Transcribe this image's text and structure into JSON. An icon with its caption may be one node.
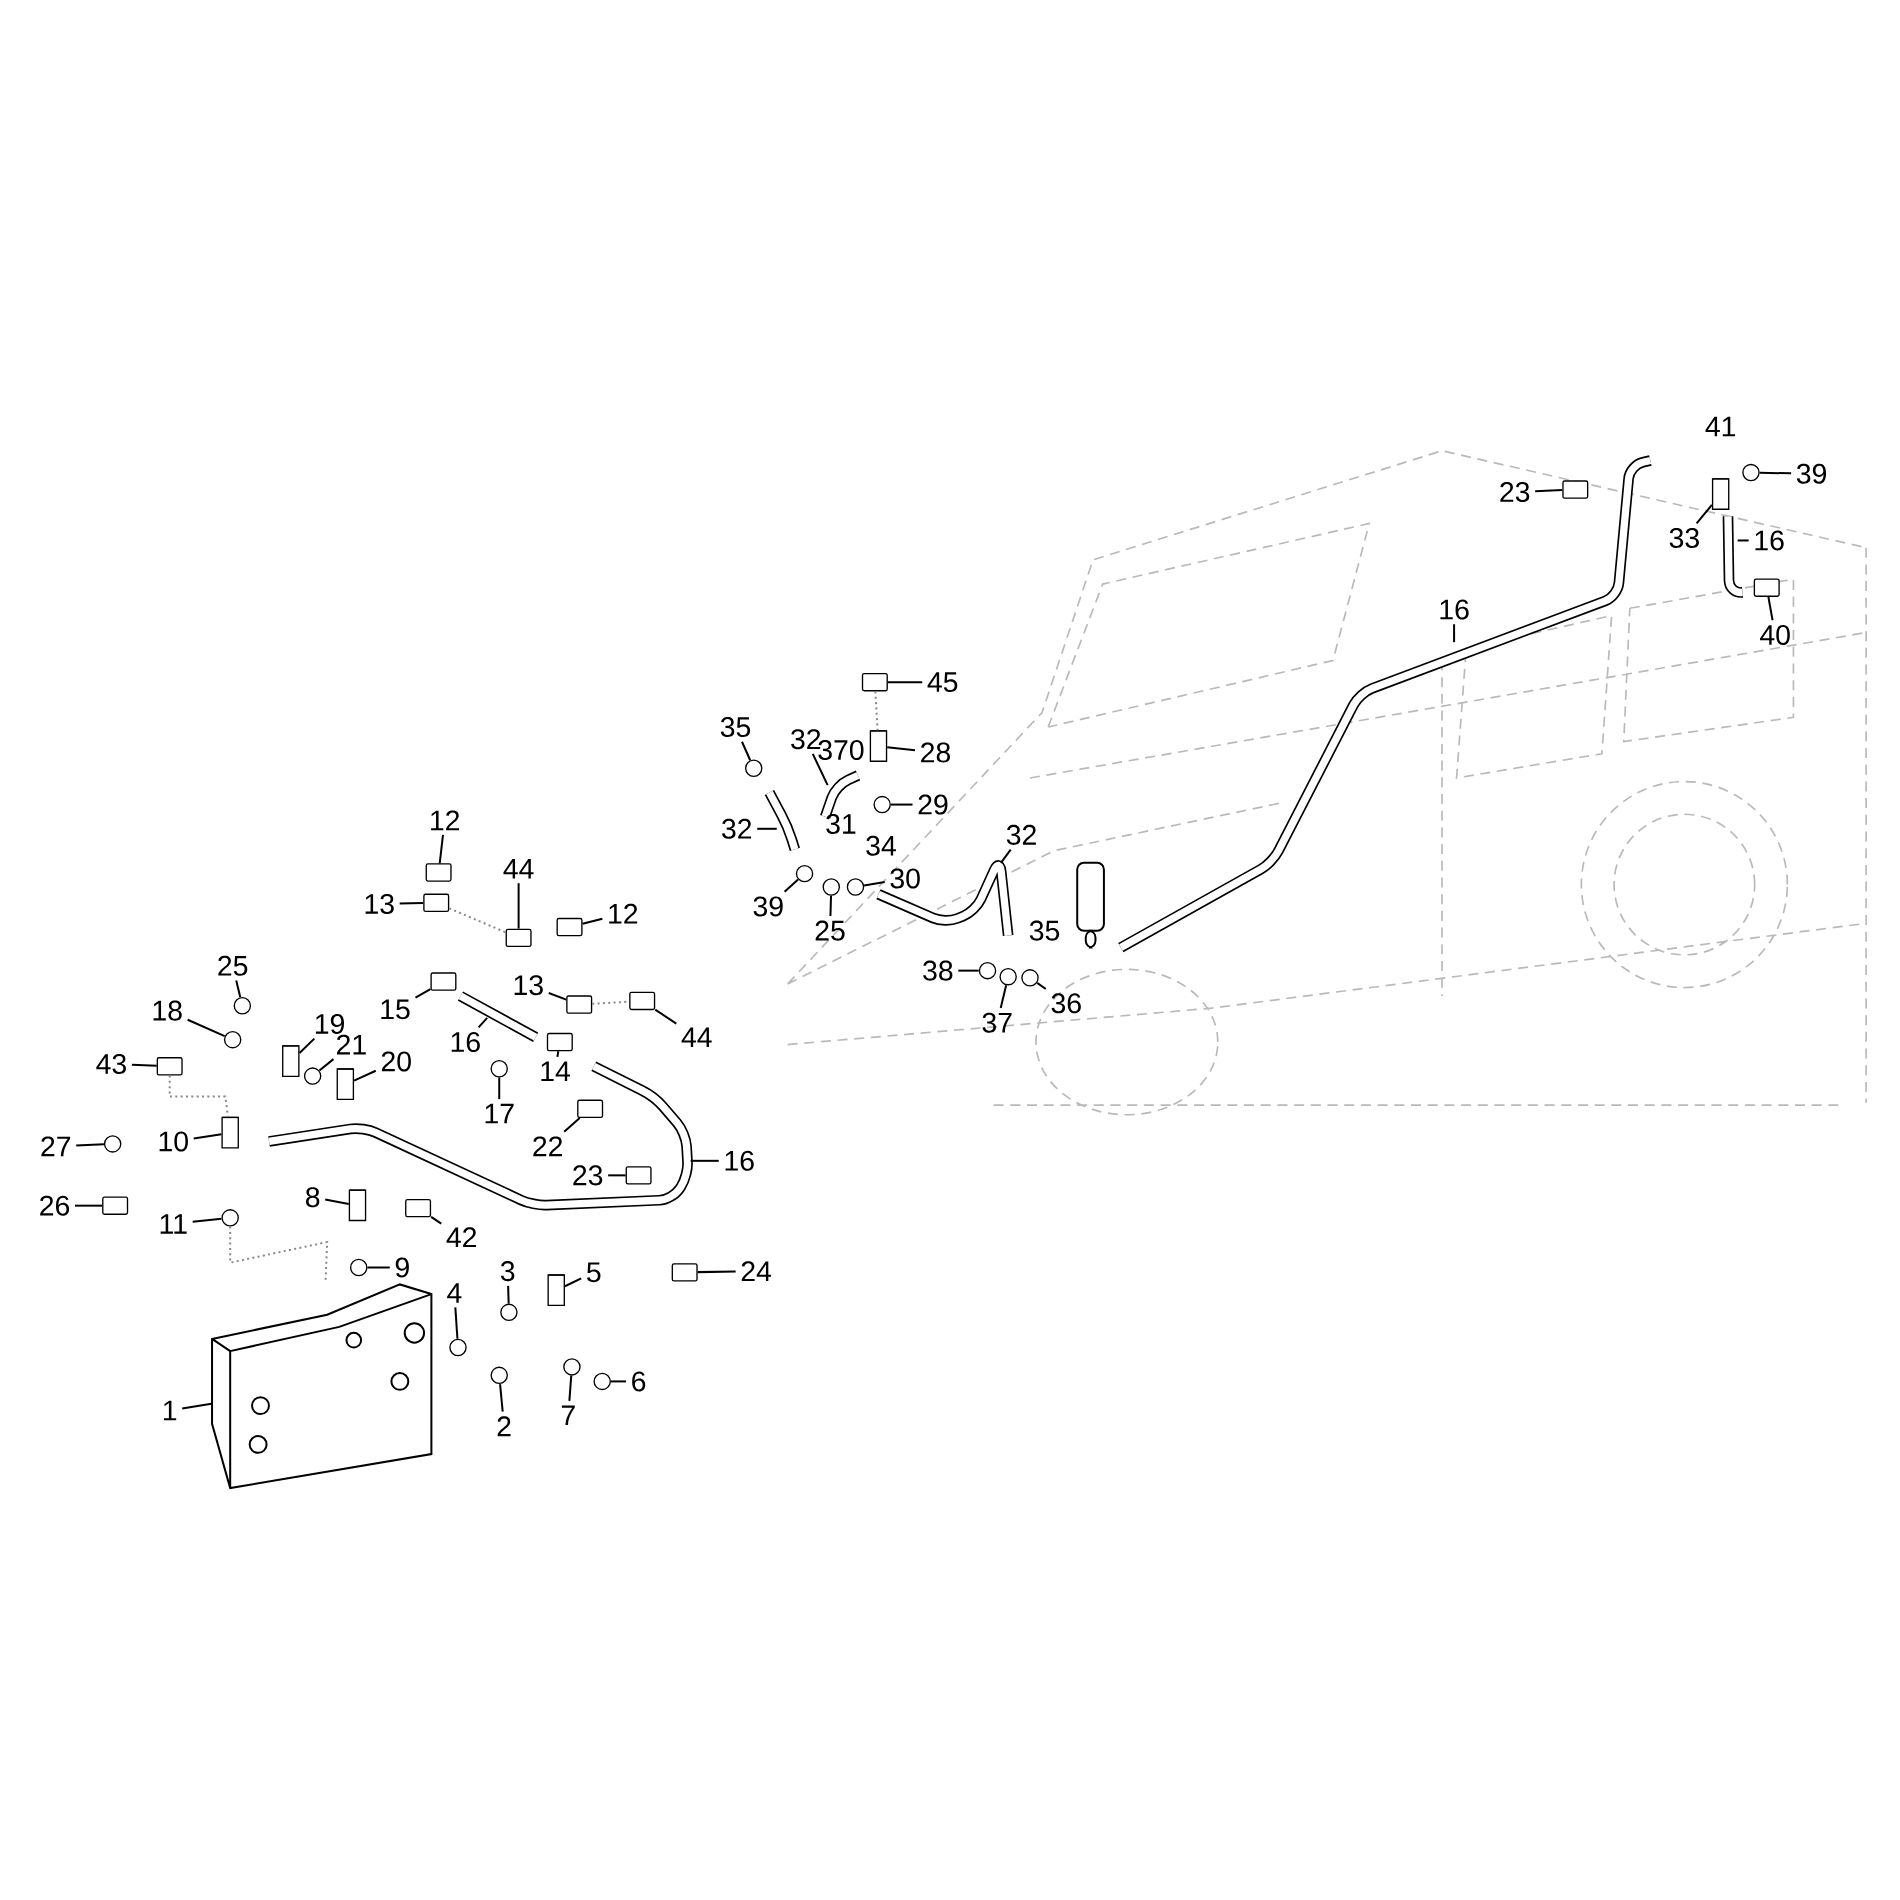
{
  "diagram": {
    "nodes": [
      {
        "text": [
          "23"
        ]
      },
      {
        "text": [],
        "shape": "box"
      },
      {
        "text": [
          "39"
        ]
      },
      {
        "text": [],
        "shape": "circle"
      },
      {
        "text": [
          "33"
        ]
      },
      {
        "text": [],
        "shape": "cylinder"
      },
      {
        "text": [
          "16"
        ]
      },
      {
        "text": [
          "40"
        ]
      },
      {
        "text": [],
        "shape": "box"
      },
      {
        "text": [
          "16"
        ]
      },
      {
        "text": [
          "45"
        ]
      },
      {
        "text": [],
        "shape": "box"
      },
      {
        "text": [
          "35"
        ]
      },
      {
        "text": [],
        "shape": "circle"
      },
      {
        "text": [
          "32"
        ]
      },
      {
        "text": [
          "28"
        ]
      },
      {
        "text": [],
        "shape": "cylinder"
      },
      {
        "text": [
          "29"
        ]
      },
      {
        "text": [],
        "shape": "circle"
      },
      {
        "text": [
          "32"
        ]
      },
      {
        "text": [
          "12"
        ]
      },
      {
        "text": [],
        "shape": "box"
      },
      {
        "text": [
          "32"
        ]
      },
      {
        "text": [
          "44"
        ]
      },
      {
        "text": [],
        "shape": "box"
      },
      {
        "text": [
          "30"
        ]
      },
      {
        "text": [],
        "shape": "circle"
      },
      {
        "text": [
          "13"
        ]
      },
      {
        "text": [],
        "shape": "box"
      },
      {
        "text": [
          "39"
        ]
      },
      {
        "text": [],
        "shape": "circle"
      },
      {
        "text": [
          "12"
        ]
      },
      {
        "text": [],
        "shape": "box"
      },
      {
        "text": [
          "25"
        ]
      },
      {
        "text": [],
        "shape": "circle"
      },
      {
        "text": [
          "38"
        ]
      },
      {
        "text": [],
        "shape": "circle"
      },
      {
        "text": [
          "25"
        ]
      },
      {
        "text": [],
        "shape": "circle"
      },
      {
        "text": [
          "37"
        ]
      },
      {
        "text": [],
        "shape": "circle"
      },
      {
        "text": [
          "36"
        ]
      },
      {
        "text": [],
        "shape": "circle"
      },
      {
        "text": [
          "15"
        ]
      },
      {
        "text": [],
        "shape": "box"
      },
      {
        "text": [
          "13"
        ]
      },
      {
        "text": [],
        "shape": "box"
      },
      {
        "text": [
          "18"
        ]
      },
      {
        "text": [],
        "shape": "circle"
      },
      {
        "text": [
          "44"
        ]
      },
      {
        "text": [],
        "shape": "box"
      },
      {
        "text": [
          "19"
        ]
      },
      {
        "text": [],
        "shape": "cylinder"
      },
      {
        "text": [
          "16"
        ]
      },
      {
        "text": [
          "21"
        ]
      },
      {
        "text": [],
        "shape": "circle"
      },
      {
        "text": [
          "20"
        ]
      },
      {
        "text": [],
        "shape": "cylinder"
      },
      {
        "text": [
          "43"
        ]
      },
      {
        "text": [],
        "shape": "box"
      },
      {
        "text": [
          "14"
        ]
      },
      {
        "text": [],
        "shape": "box"
      },
      {
        "text": [
          "17"
        ]
      },
      {
        "text": [],
        "shape": "circle"
      },
      {
        "text": [
          "27"
        ]
      },
      {
        "text": [],
        "shape": "circle"
      },
      {
        "text": [
          "10"
        ]
      },
      {
        "text": [],
        "shape": "cylinder"
      },
      {
        "text": [
          "22"
        ]
      },
      {
        "text": [],
        "shape": "box"
      },
      {
        "text": [
          "16"
        ]
      },
      {
        "text": [
          "23"
        ]
      },
      {
        "text": [],
        "shape": "box"
      },
      {
        "text": [
          "8"
        ]
      },
      {
        "text": [],
        "shape": "cylinder"
      },
      {
        "text": [
          "26"
        ]
      },
      {
        "text": [],
        "shape": "box"
      },
      {
        "text": [
          "11"
        ]
      },
      {
        "text": [],
        "shape": "circle"
      },
      {
        "text": [
          "42"
        ]
      },
      {
        "text": [],
        "shape": "box"
      },
      {
        "text": [
          "9"
        ]
      },
      {
        "text": [],
        "shape": "circle"
      },
      {
        "text": [
          "3"
        ]
      },
      {
        "text": [],
        "shape": "circle"
      },
      {
        "text": [
          "24"
        ]
      },
      {
        "text": [],
        "shape": "box"
      },
      {
        "text": [
          "5"
        ]
      },
      {
        "text": [],
        "shape": "cylinder"
      },
      {
        "text": [
          "4"
        ]
      },
      {
        "text": [],
        "shape": "circle"
      },
      {
        "text": [
          "6"
        ]
      },
      {
        "text": [],
        "shape": "circle"
      },
      {
        "text": [
          "1"
        ]
      },
      {
        "text": [
          "2"
        ]
      },
      {
        "text": [],
        "shape": "circle"
      },
      {
        "text": [
          "7"
        ]
      },
      {
        "text": [],
        "shape": "circle"
      },
      {
        "text": [],
        "shape": "picture"
      }
    ],
    "edges": [
      {
        "from": 0,
        "to": 1,
        "arrow": "none"
      },
      {
        "from": 2,
        "to": 3,
        "arrow": "none"
      },
      {
        "from": 4,
        "to": 5,
        "arrow": "none"
      },
      {
        "from": 6,
        "to": null,
        "arrow": "none"
      },
      {
        "from": 7,
        "to": 8,
        "arrow": "none"
      },
      {
        "from": 9,
        "to": null,
        "arrow": "none"
      },
      {
        "from": 10,
        "to": 11,
        "arrow": "none"
      },
      {
        "from": 12,
        "to": 13,
        "arrow": "none"
      },
      {
        "from": 14,
        "to": null,
        "arrow": "none"
      },
      {
        "from": 15,
        "to": 16,
        "arrow": "none"
      },
      {
        "from": 17,
        "to": 18,
        "arrow": "none"
      },
      {
        "from": 19,
        "to": null,
        "arrow": "none"
      },
      {
        "from": 20,
        "to": 21,
        "arrow": "none"
      },
      {
        "from": 22,
        "to": null,
        "arrow": "none"
      },
      {
        "from": 23,
        "to": 24,
        "arrow": "none"
      },
      {
        "from": 25,
        "to": 26,
        "arrow": "none"
      },
      {
        "from": 27,
        "to": 28,
        "arrow": "none"
      },
      {
        "from": 29,
        "to": 30,
        "arrow": "none"
      },
      {
        "from": 31,
        "to": 32,
        "arrow": "none"
      },
      {
        "from": 33,
        "to": 34,
        "arrow": "none"
      },
      {
        "from": 35,
        "to": 36,
        "arrow": "none"
      },
      {
        "from": 37,
        "to": 38,
        "arrow": "none"
      },
      {
        "from": 39,
        "to": 40,
        "arrow": "none"
      },
      {
        "from": 41,
        "to": 42,
        "arrow": "none"
      },
      {
        "from": 43,
        "to": 44,
        "arrow": "none"
      },
      {
        "from": 45,
        "to": 46,
        "arrow": "none"
      },
      {
        "from": 47,
        "to": 48,
        "arrow": "none"
      },
      {
        "from": 49,
        "to": 50,
        "arrow": "none"
      },
      {
        "from": 51,
        "to": 52,
        "arrow": "none"
      },
      {
        "from": 53,
        "to": null,
        "arrow": "none"
      },
      {
        "from": 54,
        "to": 55,
        "arrow": "none"
      },
      {
        "from": 56,
        "to": 57,
        "arrow": "none"
      },
      {
        "from": 58,
        "to": 59,
        "arrow": "none"
      },
      {
        "from": 60,
        "to": 61,
        "arrow": "none"
      },
      {
        "from": 62,
        "to": 63,
        "arrow": "none"
      },
      {
        "from": 64,
        "to": 65,
        "arrow": "none"
      },
      {
        "from": 66,
        "to": 67,
        "arrow": "none"
      },
      {
        "from": 68,
        "to": 69,
        "arrow": "none"
      },
      {
        "from": 70,
        "to": null,
        "arrow": "none"
      },
      {
        "from": 71,
        "to": 72,
        "arrow": "none"
      },
      {
        "from": 73,
        "to": 74,
        "arrow": "none"
      },
      {
        "from": 75,
        "to": 76,
        "arrow": "none"
      },
      {
        "from": 77,
        "to": 78,
        "arrow": "none"
      },
      {
        "from": 79,
        "to": 80,
        "arrow": "none"
      },
      {
        "from": 81,
        "to": 82,
        "arrow": "none"
      },
      {
        "from": 83,
        "to": 84,
        "arrow": "none"
      },
      {
        "from": 85,
        "to": 86,
        "arrow": "none"
      },
      {
        "from": 87,
        "to": 88,
        "arrow": "none"
      },
      {
        "from": 89,
        "to": 90,
        "arrow": "none"
      },
      {
        "from": 91,
        "to": 92,
        "arrow": "none"
      },
      {
        "from": 93,
        "to": 98,
        "arrow": "none"
      },
      {
        "from": 94,
        "to": 95,
        "arrow": "none"
      },
      {
        "from": 96,
        "to": 97,
        "arrow": "none"
      },
      {
        "from": 59,
        "to": 67,
        "arrow": "none",
        "style": "dashed",
        "color": "#888888"
      },
      {
        "from": 28,
        "to": 24,
        "arrow": "none",
        "style": "dashed",
        "color": "#888888"
      },
      {
        "from": 46,
        "to": 50,
        "arrow": "none",
        "style": "dashed",
        "color": "#888888"
      },
      {
        "from": 11,
        "to": 16,
        "arrow": "none",
        "style": "dashed",
        "color": "#888888"
      },
      {
        "from": 78,
        "to": 98,
        "arrow": "none",
        "style": "dashed",
        "color": "#888888"
      }
    ],
    "labels": [
      "41",
      "370",
      "31",
      "34",
      "35"
    ]
  }
}
